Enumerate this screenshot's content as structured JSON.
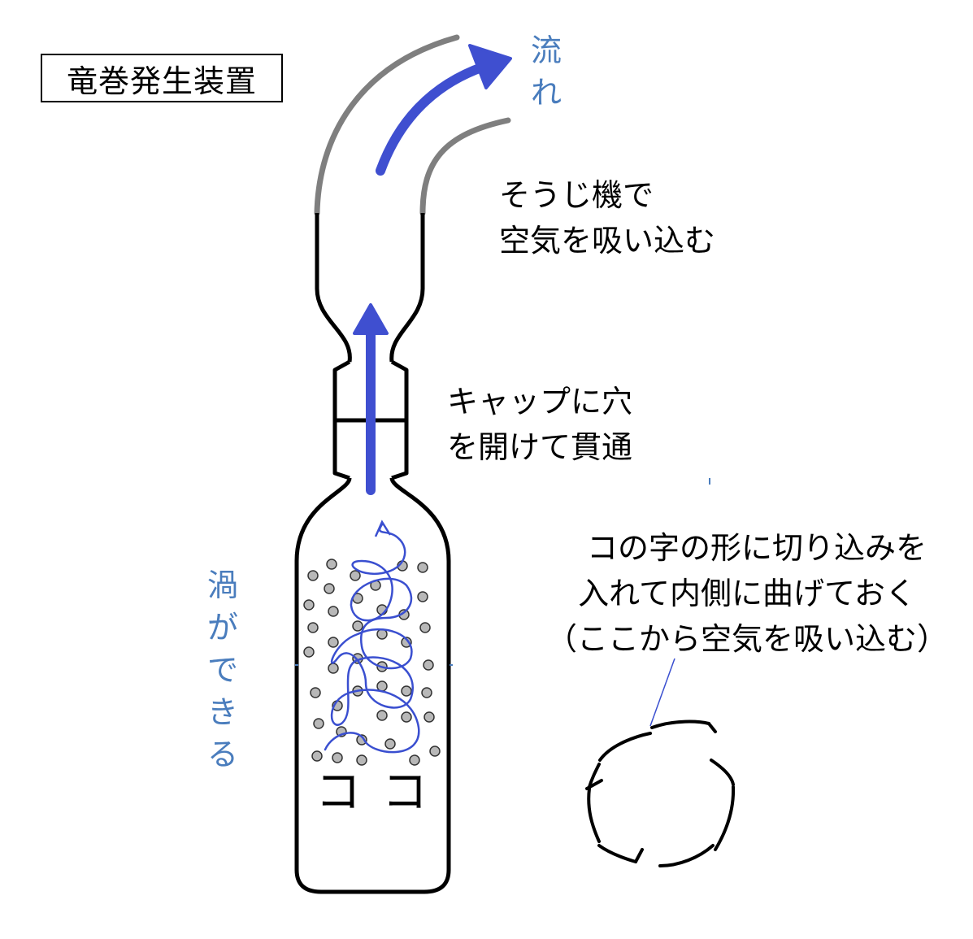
{
  "title": "竜巻発生装置",
  "flow_label": [
    "流",
    "れ"
  ],
  "vacuum_note": [
    "そうじ機で",
    "空気を吸い込む"
  ],
  "cap_note": [
    "キャップに穴",
    "を開けて貫通"
  ],
  "vortex_label": [
    "渦",
    "が",
    "で",
    "き",
    "る"
  ],
  "cut_note": [
    "コの字の形に切り込みを",
    "入れて内側に曲げておく",
    "（ここから空気を吸い込む）"
  ],
  "cut_marks": [
    "コ",
    "コ"
  ],
  "colors": {
    "arrow": "#3f4fd0",
    "spiral": "#3a4fd0",
    "hose": "#7f7f7f",
    "blue_text": "#4a7dbd",
    "dot_fill": "#b8b8b8"
  }
}
